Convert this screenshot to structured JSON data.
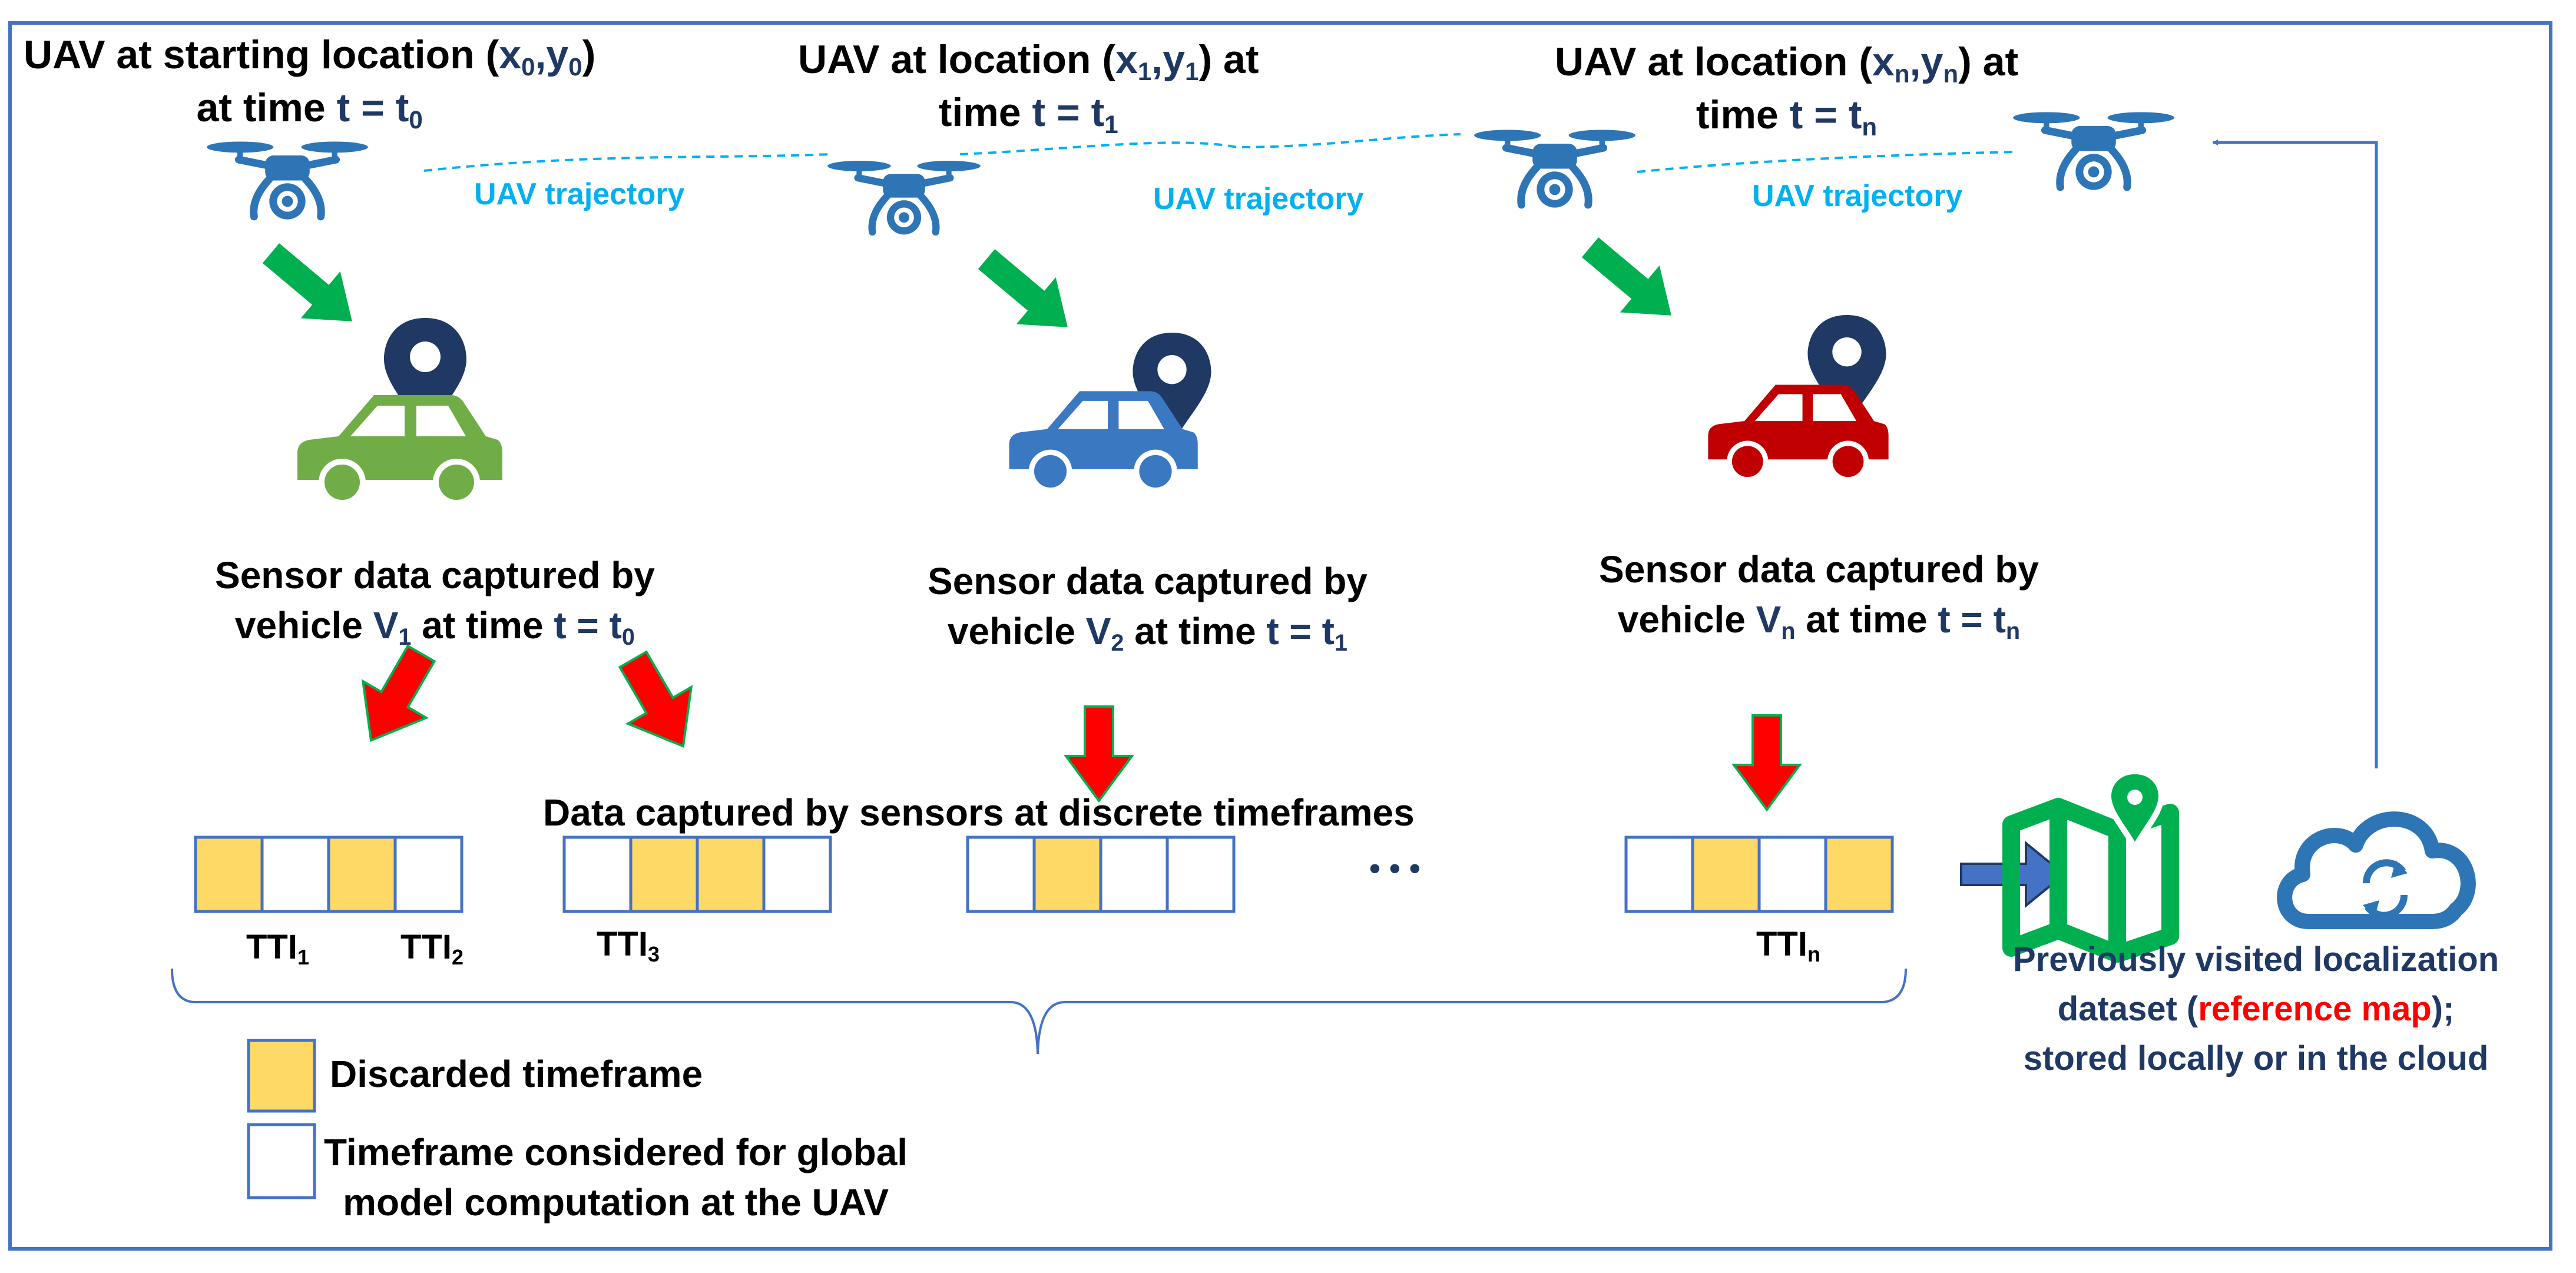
{
  "uav_labels": [
    {
      "pre": "UAV at starting location (",
      "x": "x",
      "xs": "0",
      "sep": ",",
      "y": "y",
      "ys": "0",
      "post": ")",
      "line2_pre": "at time ",
      "t": "t = t",
      "ts": "0"
    },
    {
      "pre": "UAV at location (",
      "x": "x",
      "xs": "1",
      "sep": ",",
      "y": "y",
      "ys": "1",
      "post": ") at",
      "line2_pre": "time ",
      "t": "t = t",
      "ts": "1"
    },
    {
      "pre": "UAV at location (",
      "x": "x",
      "xs": "n",
      "sep": ",",
      "y": "y",
      "ys": "n",
      "post": ") at",
      "line2_pre": "time ",
      "t": "t = t",
      "ts": "n"
    }
  ],
  "trajectory_label": "UAV trajectory",
  "sensor_labels": [
    {
      "line1": "Sensor data captured by",
      "pre": "vehicle ",
      "v": "V",
      "vs": "1",
      "mid": " at time ",
      "t": "t = t",
      "ts": "0"
    },
    {
      "line1": "Sensor data captured by",
      "pre": "vehicle ",
      "v": "V",
      "vs": "2",
      "mid": " at time ",
      "t": "t = t",
      "ts": "1"
    },
    {
      "line1": "Sensor data captured by",
      "pre": "vehicle ",
      "v": "V",
      "vs": "n",
      "mid": " at time ",
      "t": "t = t",
      "ts": "n"
    }
  ],
  "vehicle_colors": [
    "#70ad47",
    "#3a78c2",
    "#c00000"
  ],
  "data_caption": "Data captured by sensors at discrete timeframes",
  "tti_labels": [
    {
      "main": "TTI",
      "sub": "1"
    },
    {
      "main": "TTI",
      "sub": "2"
    },
    {
      "main": "TTI",
      "sub": "3"
    },
    {
      "main": "TTI",
      "sub": "n"
    }
  ],
  "frame_groups": [
    {
      "cells": [
        true,
        false,
        true,
        false
      ]
    },
    {
      "cells": [
        false,
        true,
        true,
        false
      ]
    },
    {
      "cells": [
        false,
        true,
        false,
        false
      ]
    },
    {
      "cells": [
        false,
        true,
        false,
        true
      ]
    }
  ],
  "ellipsis": "• • •",
  "legend": {
    "discarded": "Discarded timeframe",
    "considered_l1": "Timeframe considered for global",
    "considered_l2": "model computation at the UAV"
  },
  "reference": {
    "l1": "Previously visited  localization",
    "l2_pre": "dataset (",
    "l2_red": "reference map",
    "l2_post": ");",
    "l3": "stored locally or in the cloud"
  },
  "colors": {
    "border": "#4472c4",
    "discarded_fill": "#ffd966",
    "uav": "#2e75b6",
    "pin": "#1f3864",
    "green_arrow": "#00b050",
    "red_arrow": "#ff0000",
    "trajectory": "#00b0f0",
    "map_icon": "#00b050",
    "cloud_icon": "#2e75b6"
  },
  "icons": [
    "drone-icon",
    "location-pin-icon",
    "car-icon",
    "map-pin-icon",
    "cloud-sync-icon"
  ]
}
